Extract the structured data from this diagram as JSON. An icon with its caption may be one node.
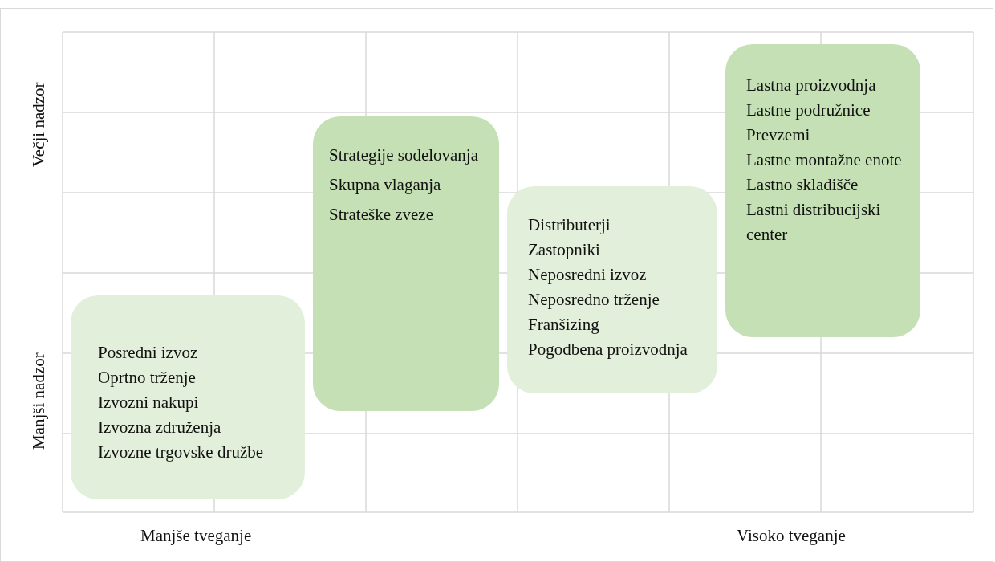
{
  "diagram": {
    "nodes": [
      {
        "text": [
          "Posredni izvoz",
          "Oprtno trženje",
          "Izvozni nakupi",
          "Izvozna združenja",
          "Izvozne trgovske družbe"
        ]
      },
      {
        "text": [
          "Strategije sodelovanja",
          "Skupna vlaganja",
          "Strateške zveze"
        ]
      },
      {
        "text": [
          "Distributerji",
          "Zastopniki",
          "Neposredni izvoz",
          "Neposredno trženje",
          "Franšizing",
          "Pogodbena proizvodnja"
        ]
      },
      {
        "text": [
          "Lastna proizvodnja",
          "Lastne podružnice",
          "Prevzemi",
          "Lastne montažne enote",
          "Lastno skladišče",
          "Lastni distribucijski center"
        ]
      }
    ],
    "edges": [],
    "labels": [
      "Večji nadzor",
      "Manjši nadzor",
      "Manjše tveganje",
      "Visoko tveganje"
    ]
  }
}
